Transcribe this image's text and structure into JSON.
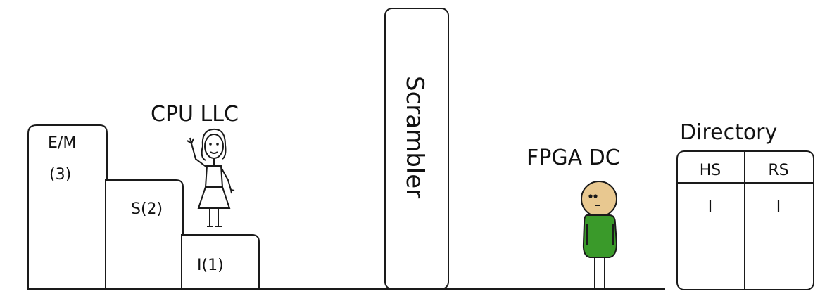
{
  "steps": {
    "em_line1": "E/M",
    "em_line2": "(3)",
    "s_label": "S(2)",
    "i_label": "I(1)"
  },
  "cpu_llc": {
    "title": "CPU LLC"
  },
  "scrambler": {
    "label": "Scrambler"
  },
  "fpga_dc": {
    "title": "FPGA DC"
  },
  "directory": {
    "title": "Directory",
    "headers": [
      "HS",
      "RS"
    ],
    "values": [
      "I",
      "I"
    ]
  },
  "colors": {
    "stroke": "#1a1a1a",
    "fpga_shirt": "#3a9a2a",
    "fpga_skin": "#e8c890"
  }
}
